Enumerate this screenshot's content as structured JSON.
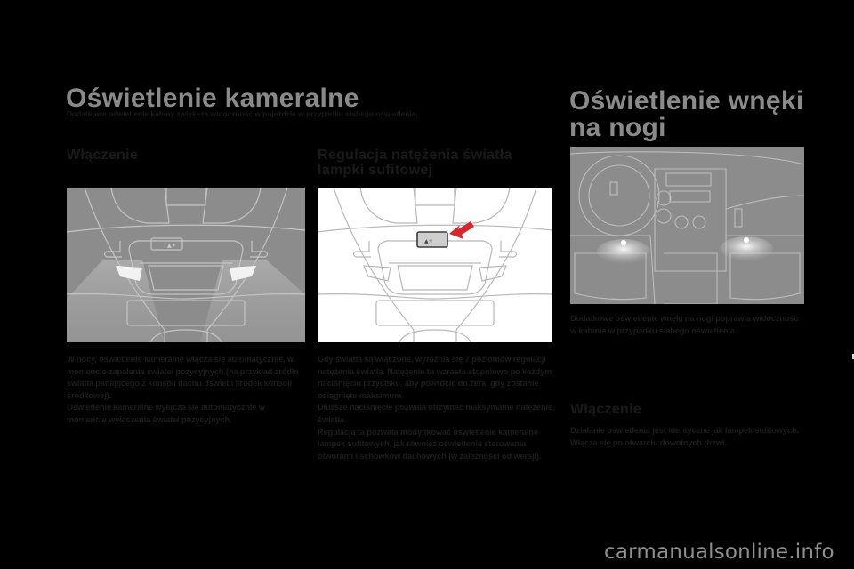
{
  "page": {
    "background": "#000000",
    "heading_color": "#8a8a8a",
    "text_color": "#1c1c1c",
    "arrow_color": "#d9262c"
  },
  "section_ambient": {
    "title": "Oświetlenie kameralne",
    "subtitle": "Dodatkowe oświetlenie kabiny zwiększa widoczność w pojeździe w przypadku słabego oświetlenia.",
    "switch_on": {
      "heading": "Włączenie",
      "figure": "overhead-console-ambient-lights-illustration",
      "paragraphs": [
        "W nocy, oświetlenie kameralne włącza się automatycznie, w momencie zapalenia świateł pozycyjnych (na przykład źródło światła padającego z konsoli dachu oświetli środek konsoli środkowej).",
        "Oświetlenie kameralne wyłącza się automatycznie w momencie wyłączenia świateł pozycyjnych."
      ]
    },
    "adjustment": {
      "heading": "Regulacja natężenia światła lampki sufitowej",
      "figure": "overhead-console-button-illustration",
      "paragraphs": [
        "Gdy światła są włączone, wyróżnia się 7 poziomów regulacji natężenia światła. Natężenie to wzrasta stopniowo po każdym naciśnięciu przycisku, aby powrócić do zera, gdy zostanie osiągnięte maksimum.",
        "Dłuższe naciśnięcie pozwala otrzymać maksymalne natężenie światła.",
        "Regulacja ta pozwala modyfikować oświetlenie kameralne lampek sufitowych, jak również oświetlenie sterowania otworami i schowków dachowych (w zależności od wersji)."
      ]
    }
  },
  "section_footwell": {
    "title_line1": "Oświetlenie wnęki",
    "title_line2": "na nogi",
    "figure": "footwell-lighting-illustration",
    "description": "Dodatkowe oświetlenie wnęki na nogi poprawia widoczność w kabinie w przypadku słabego oświetlenia.",
    "switch_on": {
      "heading": "Włączenie",
      "text": "Działanie oświetlenia jest identyczne jak lampek sufitowych. Włącza się po otwarciu dowolnych drzwi."
    }
  },
  "watermark": {
    "text": "carmanualsonline.info"
  }
}
